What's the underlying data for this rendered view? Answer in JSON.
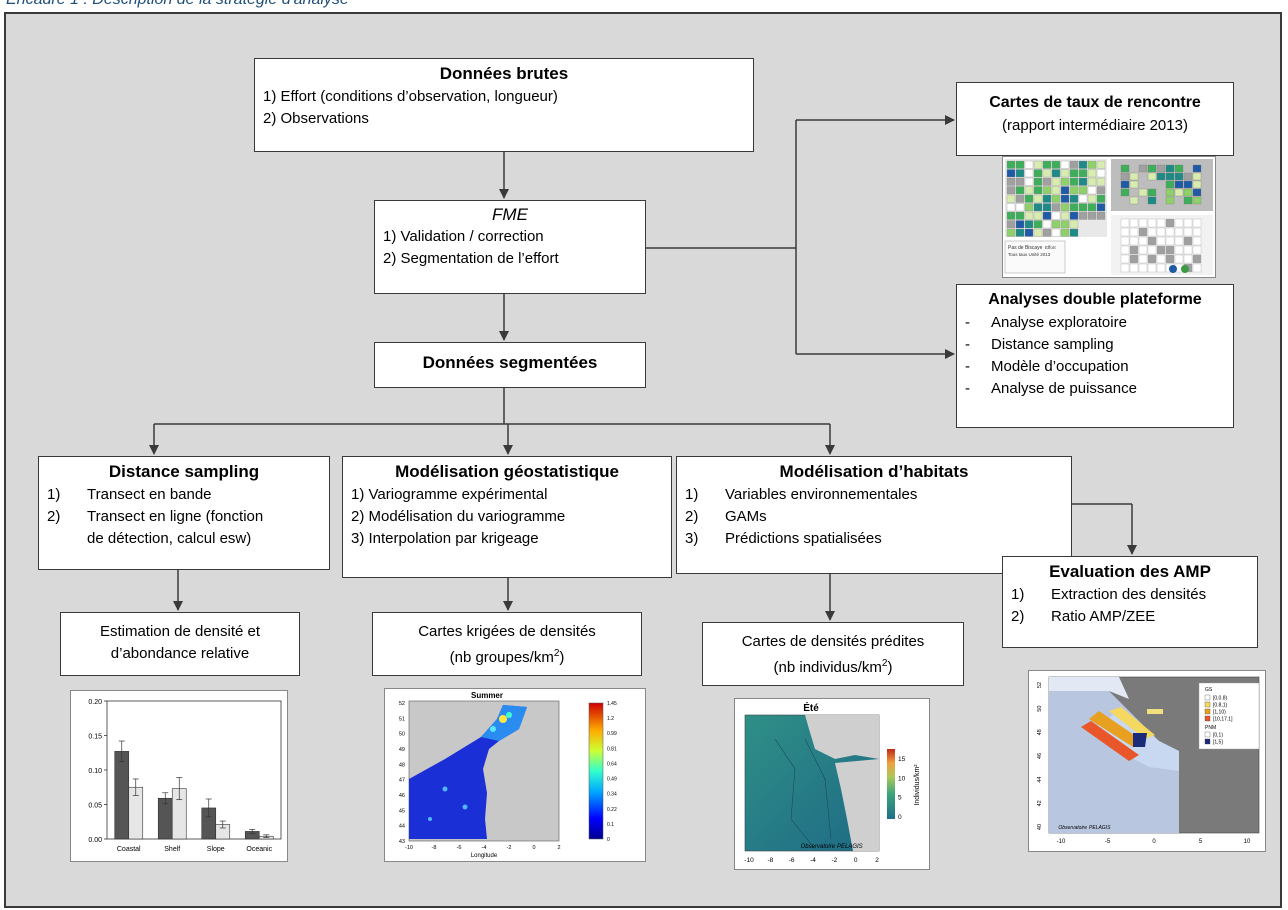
{
  "caption": "Encadré 1 : Description de la stratégie d'analyse",
  "raw": {
    "title": "Données brutes",
    "items": [
      "1) Effort (conditions d’observation, longueur)",
      "2) Observations"
    ]
  },
  "fme": {
    "title": "FME",
    "items": [
      "1) Validation / correction",
      "2) Segmentation de l’effort"
    ]
  },
  "seg": {
    "title": "Données segmentées"
  },
  "encounter": {
    "title": "Cartes de taux de rencontre",
    "subtitle": "(rapport intermédiaire 2013)"
  },
  "double": {
    "title": "Analyses double plateforme",
    "bullet": "-",
    "items": [
      "Analyse exploratoire",
      "Distance sampling",
      "Modèle d’occupation",
      "Analyse de puissance"
    ]
  },
  "distance": {
    "title": "Distance sampling",
    "n1": "1)",
    "i1": "Transect en bande",
    "n2": "2)",
    "i2a": "Transect en ligne (fonction",
    "i2b": "de détection, calcul esw)"
  },
  "geostat": {
    "title": "Modélisation géostatistique",
    "items": [
      "1) Variogramme expérimental",
      "2) Modélisation du variogramme",
      "3) Interpolation par krigeage"
    ]
  },
  "habitat": {
    "title": "Modélisation d’habitats",
    "nums": [
      "1)",
      "2)",
      "3)"
    ],
    "items": [
      "Variables environnementales",
      "GAMs",
      "Prédictions spatialisées"
    ]
  },
  "amp": {
    "title": "Evaluation des AMP",
    "nums": [
      "1)",
      "2)"
    ],
    "items": [
      "Extraction des densités",
      "Ratio AMP/ZEE"
    ]
  },
  "density": {
    "line1": "Estimation de densité et",
    "line2": "d’abondance relative"
  },
  "kriged": {
    "line1": "Cartes krigées de densités",
    "line2a": "(nb groupes/km",
    "sup": "2",
    "line2b": ")"
  },
  "predicted": {
    "line1": "Cartes de densités prédites",
    "line2a": "(nb individus/km",
    "sup": "2",
    "line2b": ")"
  },
  "fig_bar": {
    "yticks": [
      "0.00",
      "0.05",
      "0.10",
      "0.15",
      "0.20"
    ],
    "colors": {
      "dark": "#555555",
      "light": "#e6e6e6"
    }
  },
  "fig_krig": {
    "title": "Summer",
    "xlabel": "Longitude",
    "xticks": [
      "-10",
      "-8",
      "-6",
      "-4",
      "-2",
      "0",
      "2"
    ],
    "yticks": [
      "52",
      "51",
      "50",
      "49",
      "48",
      "47",
      "46",
      "45",
      "44",
      "43"
    ],
    "scale": [
      "1.45",
      "1.2",
      "0.99",
      "0.81",
      "0.64",
      "0.49",
      "0.34",
      "0.22",
      "0.1",
      "0"
    ]
  },
  "fig_pred": {
    "title": "Été",
    "legend_title": "Individus/km²",
    "scale": [
      "15",
      "10",
      "5",
      "0"
    ],
    "credit_a": "Observatoire",
    "credit_b": "PELAGIS",
    "xticks": [
      "-10",
      "-8",
      "-6",
      "-4",
      "-2",
      "0",
      "2"
    ]
  },
  "fig_amp": {
    "legend_gs": "GS",
    "gs": [
      "[0,0.8)",
      "[0.8,1)",
      "[1,10)",
      "[10,17.1]"
    ],
    "legend_pnm": "PNM",
    "pnm": [
      "[0,1)",
      "[1,5]"
    ],
    "credit_a": "Observatoire",
    "credit_b": "PELAGIS",
    "xticks": [
      "-10",
      "-5",
      "0",
      "5",
      "10"
    ],
    "yticks": [
      "52",
      "50",
      "48",
      "46",
      "44",
      "42",
      "40"
    ]
  },
  "fig_enc": {
    "legend_a": "Pas de Biscaye",
    "legend_b": "Tous taux Unité 2013",
    "legend_c": "Effort"
  },
  "chart_data": {
    "type": "bar",
    "categories": [
      "Coastal",
      "Shelf",
      "Slope",
      "Oceanic"
    ],
    "series": [
      {
        "values": [
          0.127,
          0.059,
          0.045,
          0.011
        ],
        "errors": [
          0.015,
          0.008,
          0.013,
          0.003
        ]
      },
      {
        "values": [
          0.075,
          0.073,
          0.021,
          0.004
        ],
        "errors": [
          0.012,
          0.016,
          0.005,
          0.002
        ]
      }
    ],
    "ylim": [
      0,
      0.2
    ]
  }
}
